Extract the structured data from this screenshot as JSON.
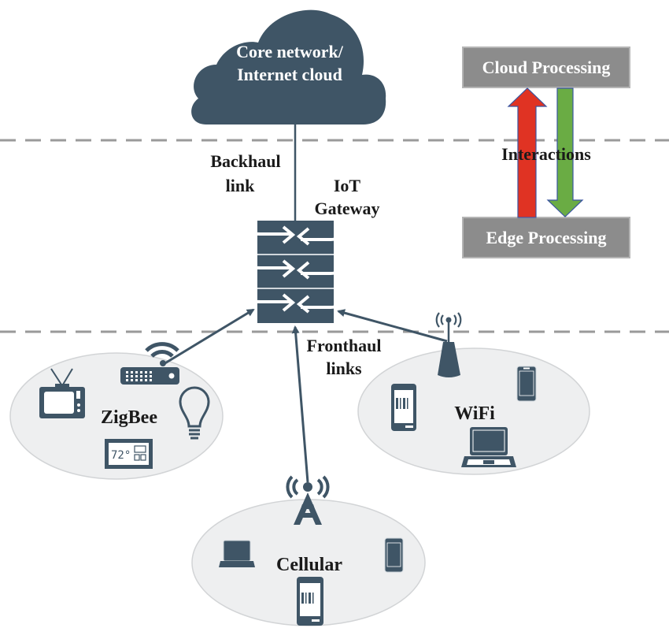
{
  "colors": {
    "icon": "#3f5566",
    "cloud": "#3f5566",
    "zone_fill": "#eeeff0",
    "zone_stroke": "#d2d4d6",
    "dash": "#9a9a9a",
    "box": "#8c8c8c",
    "up_arrow": "#e03323",
    "down_arrow": "#6aac44",
    "arrow_outline": "#3a55a0"
  },
  "cloud": {
    "line1": "Core network/",
    "line2": "Internet cloud"
  },
  "backhaul": {
    "line1": "Backhaul",
    "line2": "link"
  },
  "gateway": {
    "line1": "IoT",
    "line2": "Gateway"
  },
  "fronthaul": {
    "line1": "Fronthaul",
    "line2": "links"
  },
  "legend": {
    "top_box": "Cloud Processing",
    "bottom_box": "Edge Processing",
    "middle": "Interactions"
  },
  "networks": {
    "zigbee": {
      "label": "ZigBee",
      "thermostat_reading": "72°"
    },
    "wifi": {
      "label": "WiFi"
    },
    "cellular": {
      "label": "Cellular"
    }
  }
}
